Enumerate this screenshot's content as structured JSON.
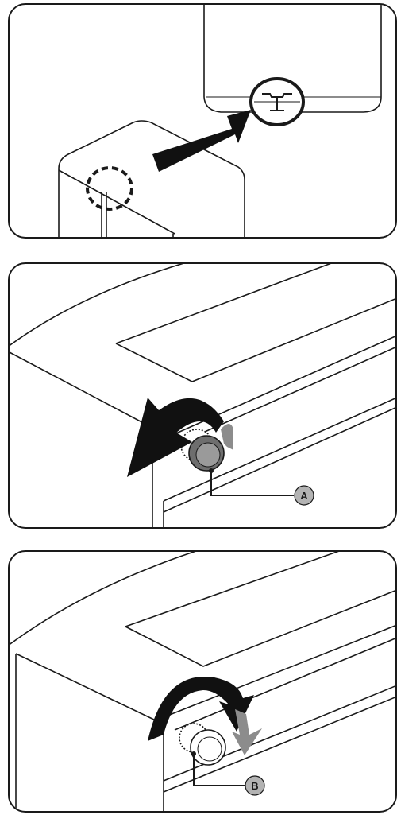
{
  "steps": [
    {
      "id": "step-1-alignment"
    },
    {
      "id": "step-2-knob-counterclockwise",
      "callout": "A"
    },
    {
      "id": "step-3-knob-clockwise",
      "callout": "B"
    }
  ],
  "colors": {
    "line": "#1a1a1a",
    "arrow": "#111111",
    "grey_arrow": "#8c8c8c",
    "callout_fill": "#b3b3b3",
    "knob_dark": "#6e6e6e"
  }
}
